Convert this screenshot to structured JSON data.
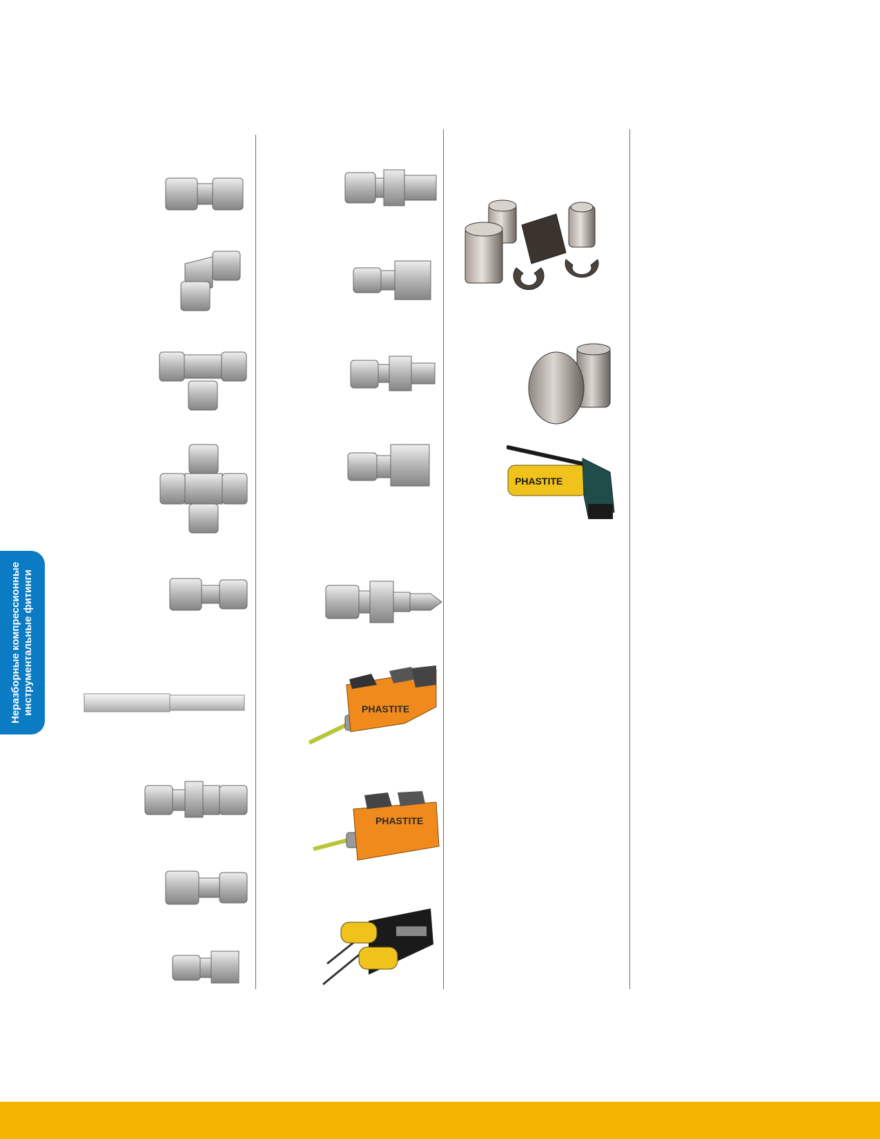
{
  "side_tab": {
    "line1": "Неразборные компрессионные",
    "line2": "инструментальные фитинги"
  },
  "brand_labels": {
    "tool_1": "PHASTITE",
    "tool_2": "PHASTITE",
    "pump": "PHASTITE"
  },
  "colors": {
    "accent_blue": "#0b7bc4",
    "accent_yellow": "#f5b400",
    "tool_orange": "#f08a1c",
    "tool_yellow": "#f0c21c"
  }
}
